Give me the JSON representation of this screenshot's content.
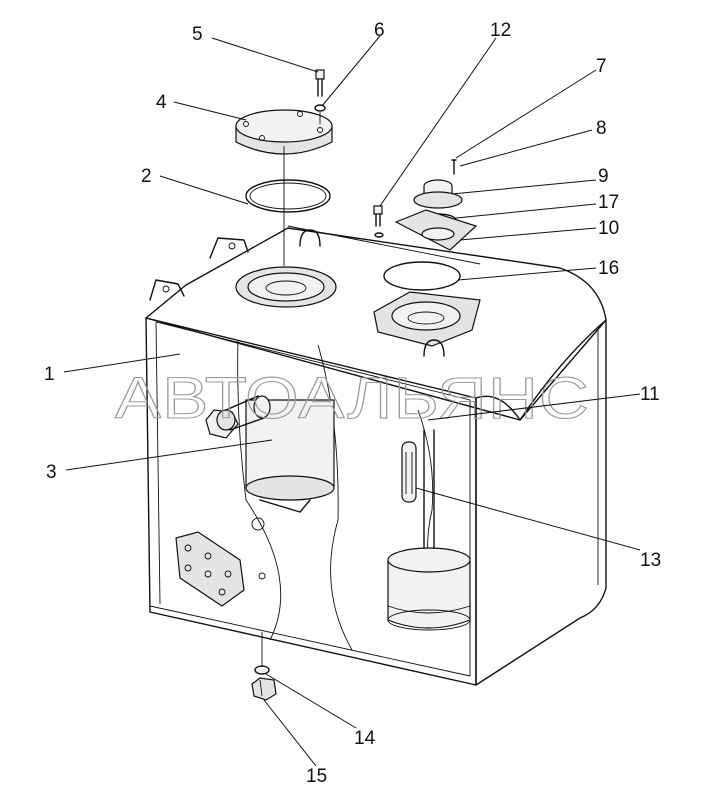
{
  "watermark": "АВТОАЛЬЯНС",
  "callouts": [
    {
      "id": "c1",
      "label": "1"
    },
    {
      "id": "c2",
      "label": "2"
    },
    {
      "id": "c3",
      "label": "3"
    },
    {
      "id": "c4",
      "label": "4"
    },
    {
      "id": "c5",
      "label": "5"
    },
    {
      "id": "c6",
      "label": "6"
    },
    {
      "id": "c7",
      "label": "7"
    },
    {
      "id": "c8",
      "label": "8"
    },
    {
      "id": "c9",
      "label": "9"
    },
    {
      "id": "c10",
      "label": "10"
    },
    {
      "id": "c11",
      "label": "11"
    },
    {
      "id": "c12",
      "label": "12"
    },
    {
      "id": "c13",
      "label": "13"
    },
    {
      "id": "c14",
      "label": "14"
    },
    {
      "id": "c15",
      "label": "15"
    },
    {
      "id": "c16",
      "label": "16"
    },
    {
      "id": "c17",
      "label": "17"
    }
  ]
}
